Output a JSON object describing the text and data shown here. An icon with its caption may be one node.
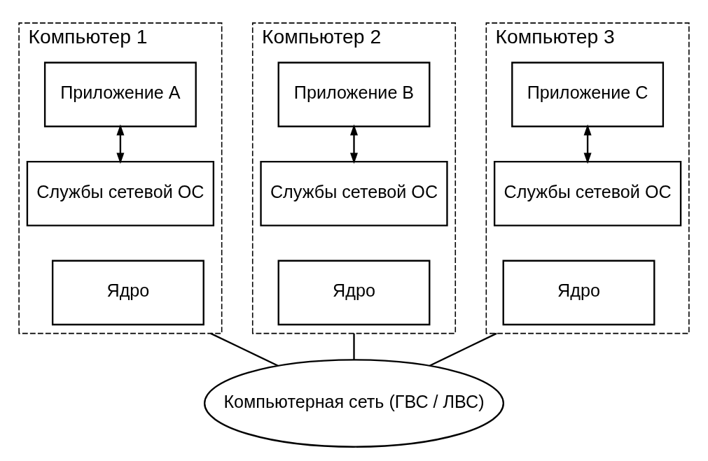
{
  "diagram": {
    "nodes": [
      {
        "text": [
          "Компьютер 1"
        ]
      },
      {
        "text": [
          "Приложение A"
        ],
        "in": 0
      },
      {
        "text": [
          "Службы сетевой ОС"
        ],
        "in": 0
      },
      {
        "text": [
          "Ядро"
        ],
        "in": 0
      },
      {
        "text": [
          "Компьютер 2"
        ]
      },
      {
        "text": [
          "Приложение B"
        ],
        "in": 4
      },
      {
        "text": [
          "Службы сетевой ОС"
        ],
        "in": 4
      },
      {
        "text": [
          "Ядро"
        ],
        "in": 4
      },
      {
        "text": [
          "Компьютер 3"
        ]
      },
      {
        "text": [
          "Приложение C"
        ],
        "in": 8
      },
      {
        "text": [
          "Службы сетевой ОС"
        ],
        "in": 8
      },
      {
        "text": [
          "Ядро"
        ],
        "in": 8
      },
      {
        "text": [
          "Компьютерная сеть (ГВС / ЛВС)"
        ]
      }
    ],
    "edges": [
      {
        "from": 1,
        "to": 2,
        "arrow": "both"
      },
      {
        "from": 5,
        "to": 6,
        "arrow": "both"
      },
      {
        "from": 9,
        "to": 10,
        "arrow": "both"
      },
      {
        "from": 0,
        "to": 12,
        "arrow": "none"
      },
      {
        "from": 4,
        "to": 12,
        "arrow": "none"
      },
      {
        "from": 8,
        "to": 12,
        "arrow": "none"
      }
    ]
  }
}
